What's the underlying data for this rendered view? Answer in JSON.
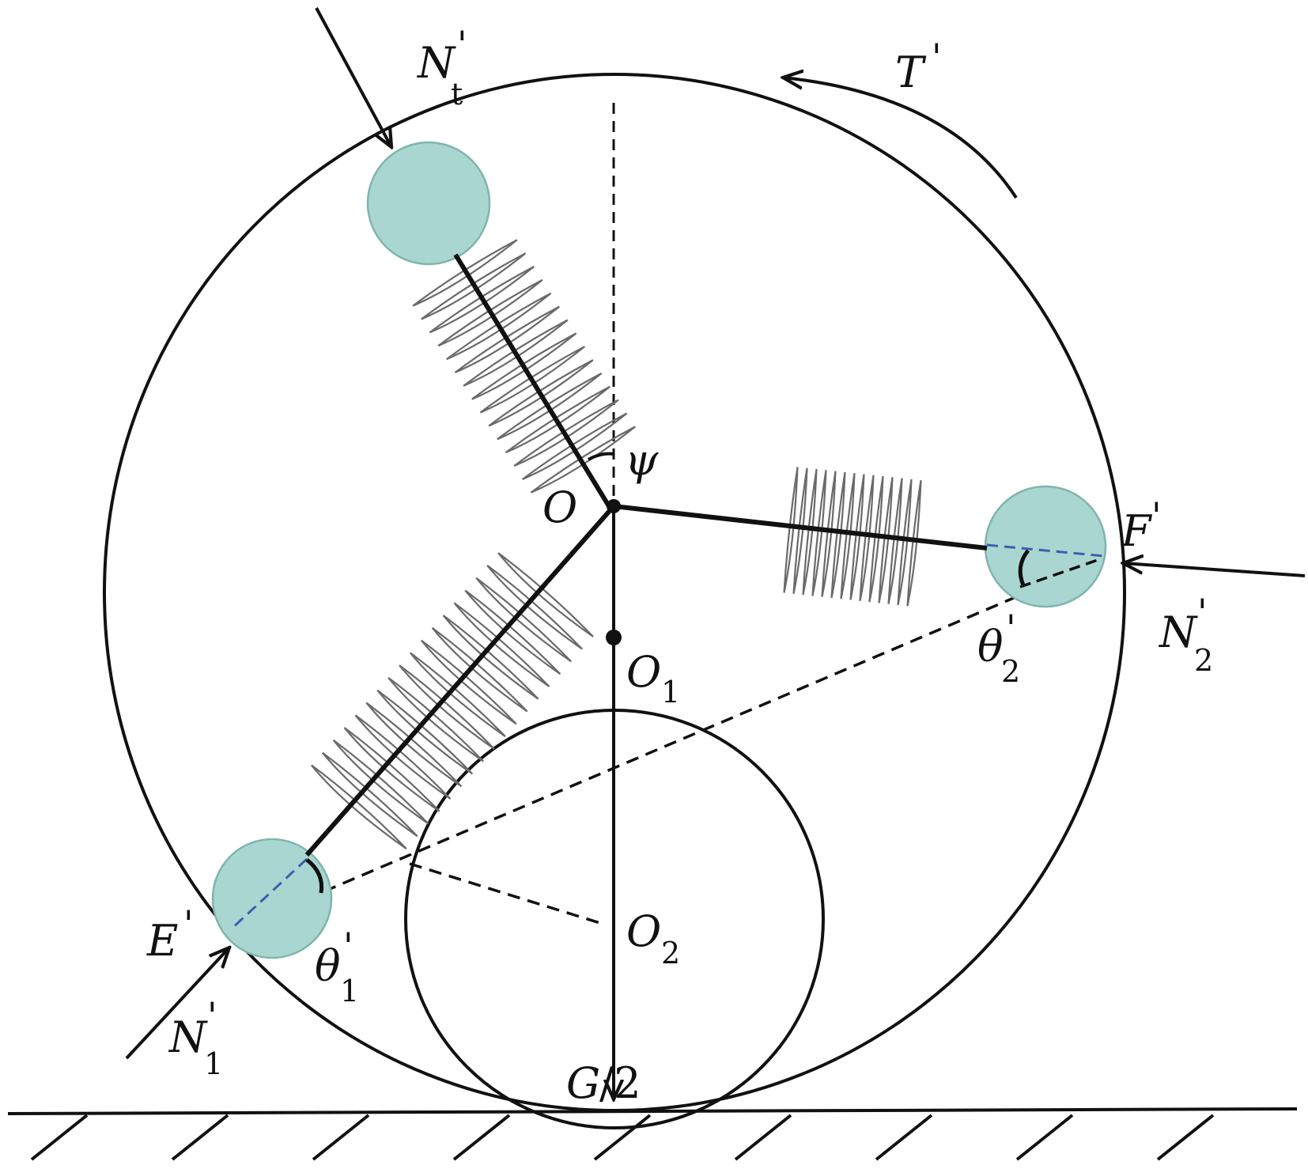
{
  "labels": {
    "Nt": {
      "main": "N",
      "prime": "'",
      "sub": "t"
    },
    "T": {
      "main": "T",
      "prime": "'"
    },
    "psi": {
      "main": "ψ"
    },
    "O": {
      "main": "O"
    },
    "O1": {
      "main": "O",
      "sub": "1"
    },
    "O2": {
      "main": "O",
      "sub": "2"
    },
    "F": {
      "main": "F",
      "prime": "'"
    },
    "N2": {
      "main": "N",
      "prime": "'",
      "sub": "2"
    },
    "theta2": {
      "main": "θ",
      "prime": "'",
      "sub": "2"
    },
    "E": {
      "main": "E",
      "prime": "'"
    },
    "theta1": {
      "main": "θ",
      "prime": "'",
      "sub": "1"
    },
    "N1": {
      "main": "N",
      "prime": "'",
      "sub": "1"
    },
    "G": {
      "main": "G",
      "slash": "/2"
    }
  },
  "colors": {
    "stroke": "#111111",
    "roller_fill": "#a9d6d0",
    "roller_edge": "#7fb5ae",
    "spring": "#6a6a6a",
    "dash_blue": "#3a5fb0"
  }
}
